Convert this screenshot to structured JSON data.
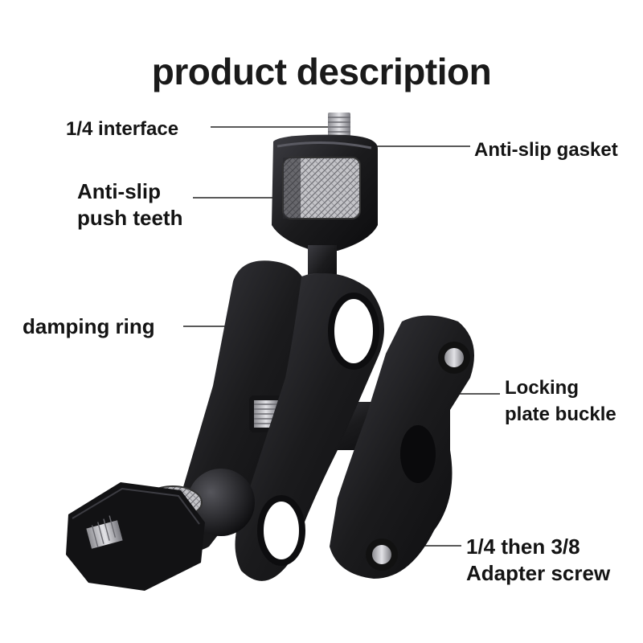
{
  "title": "product description",
  "labels": {
    "interface": "1/4 interface",
    "gasket": "Anti-slip gasket",
    "teeth_line1": "Anti-slip",
    "teeth_line2": "push teeth",
    "damping": "damping ring",
    "locking_line1": "Locking",
    "locking_line2": "plate buckle",
    "adapter_line1": "1/4 then 3/8",
    "adapter_line2": "Adapter screw"
  },
  "colors": {
    "metal": "#1b1b1d",
    "metal_highlight": "#4a4a50",
    "steel": "#b9b9bd",
    "brass": "#b58a2e",
    "leader": "#222222"
  }
}
